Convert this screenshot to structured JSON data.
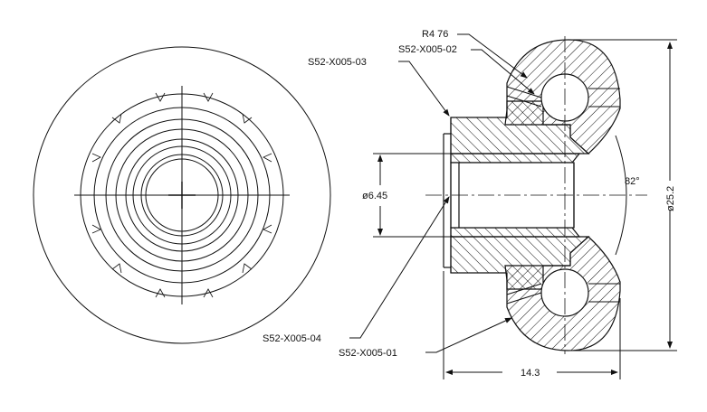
{
  "labels": {
    "r476": "R4 76",
    "part02": "S52-X005-02",
    "part03": "S52-X005-03",
    "part04": "S52-X005-04",
    "part01": "S52-X005-01",
    "bore_dia": "ø6.45",
    "angle": "82°",
    "outer_dia": "ø25.2",
    "length": "14.3"
  },
  "colors": {
    "line": "#111111",
    "background": "#ffffff"
  }
}
